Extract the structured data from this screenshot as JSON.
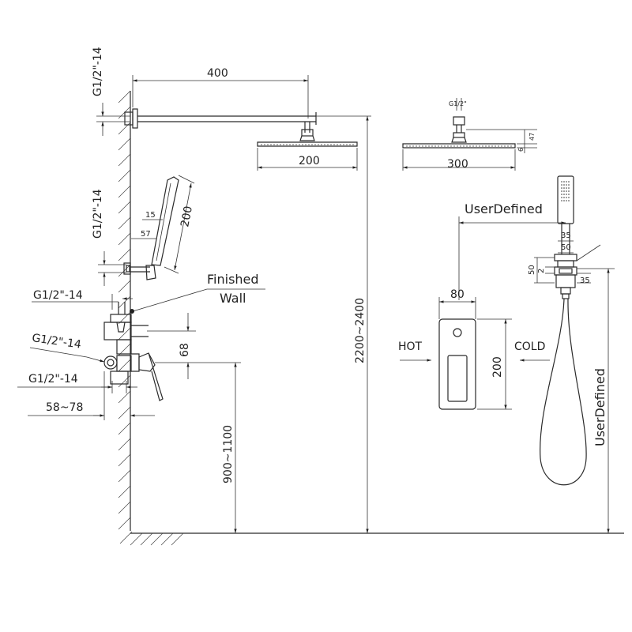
{
  "labels": {
    "arm_length": "400",
    "head_small_width": "200",
    "head_large_width": "300",
    "pipe_thread_top": "G1/2\"-14",
    "pipe_thread_mid": "G1/2\"-14",
    "thread_left_1": "G1/2\"-14",
    "thread_left_2": "G1/2\"-14",
    "thread_left_3": "G1/2\"-14",
    "head_connector": "G1/2\"",
    "head_height_47": "47",
    "head_thick_6": "6",
    "hand_shower_length": "200",
    "hand_shower_15": "15",
    "hand_shower_57": "57",
    "finished_wall_1": "Finished",
    "finished_wall_2": "Wall",
    "valve_68": "68",
    "depth_range": "58~78",
    "valve_height": "900~1100",
    "total_height": "2200~2400",
    "user_defined_top": "UserDefined",
    "user_defined_side": "UserDefined",
    "bracket_35_top": "35",
    "bracket_50_top": "50",
    "bracket_50_side": "50",
    "bracket_2": "2",
    "bracket_35_side": "35",
    "panel_width": "80",
    "panel_height": "200",
    "hot": "HOT",
    "cold": "COLD"
  }
}
